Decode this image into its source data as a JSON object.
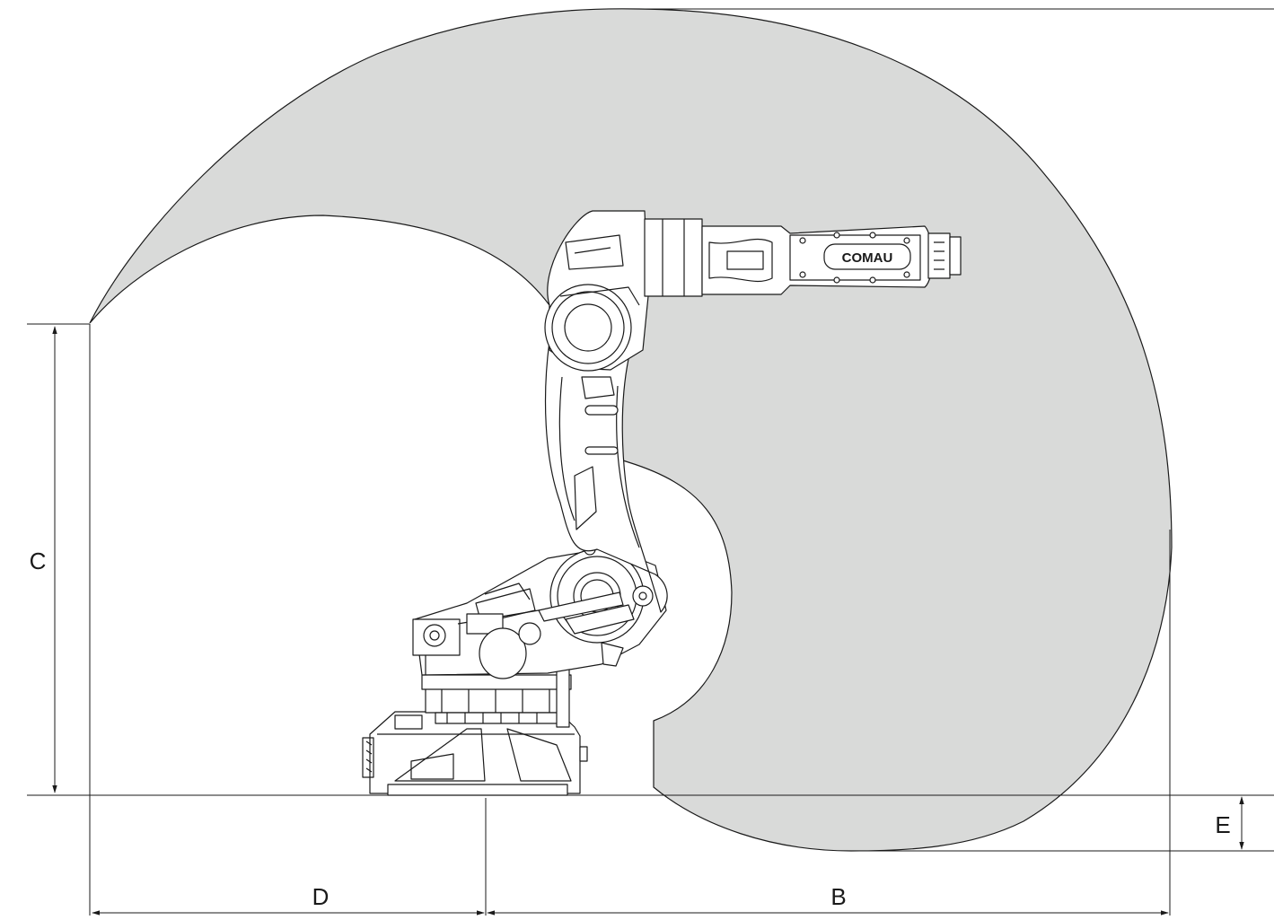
{
  "colors": {
    "envelope_fill": "#d9dad9",
    "line": "#1a1a1a",
    "robot_fill": "#ffffff"
  },
  "brand": {
    "logo_text": "COMAU"
  },
  "dimensions": {
    "B": "B",
    "C": "C",
    "D": "D",
    "E": "E"
  }
}
